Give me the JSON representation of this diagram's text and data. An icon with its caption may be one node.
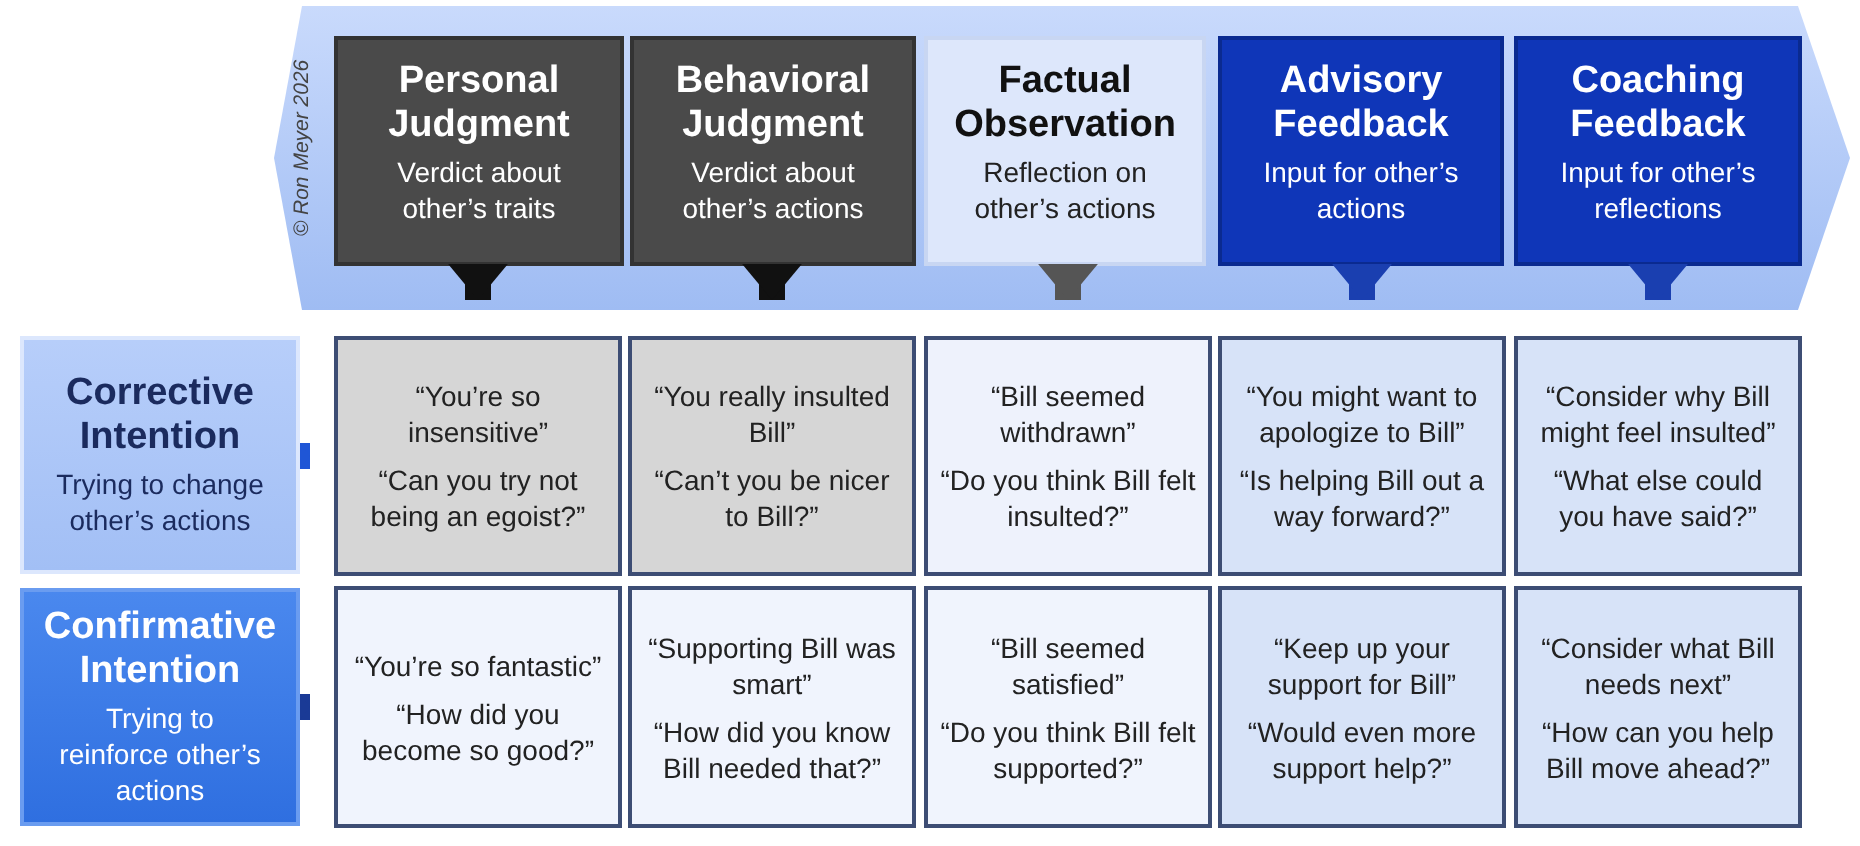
{
  "diagram": {
    "nodes": [
      {
        "text": [],
        "shape": "band"
      },
      {
        "text": [
          "Personal Judgment",
          "Verdict about other’s traits"
        ],
        "in": 0
      },
      {
        "text": [
          "Behavioral Judgment",
          "Verdict about other’s actions"
        ],
        "in": 0
      },
      {
        "text": [
          "Factual Observation",
          "Reflection on other’s actions"
        ],
        "in": 0
      },
      {
        "text": [
          "Advisory Feedback",
          "Input for other’s actions"
        ],
        "in": 0
      },
      {
        "text": [
          "Coaching Feedback",
          "Input for other’s reflections"
        ],
        "in": 0
      },
      {
        "text": [
          "Corrective Intention",
          "Trying to change other’s actions"
        ]
      },
      {
        "text": [
          "Confirmative Intention",
          "Trying to reinforce other’s actions"
        ]
      },
      {
        "text": [
          "“You’re so insensitive”",
          "“Can you try not being an egoist?”"
        ]
      },
      {
        "text": [
          "“You really insulted Bill”",
          "“Can’t you be nicer to Bill?”"
        ]
      },
      {
        "text": [
          "“Bill seemed withdrawn”",
          "“Do you think Bill felt insulted?”"
        ]
      },
      {
        "text": [
          "“You might want to apologize to Bill”",
          "“Is helping Bill out a way forward?”"
        ]
      },
      {
        "text": [
          "“Consider why Bill might feel insulted”",
          "“What else could you have said?”"
        ]
      },
      {
        "text": [
          "“You’re so fantastic”",
          "“How did you become so good?”"
        ]
      },
      {
        "text": [
          "“Supporting Bill was smart”",
          "“How did you know Bill needed that?”"
        ]
      },
      {
        "text": [
          "“Bill seemed satisfied”",
          "“Do you think Bill felt supported?”"
        ]
      },
      {
        "text": [
          "“Keep up your support for Bill”",
          "“Would even more support help?”"
        ]
      },
      {
        "text": [
          "“Consider what Bill needs next”",
          "“How can you help Bill move ahead?”"
        ]
      }
    ],
    "edges": [
      {
        "from": 1,
        "to": 8,
        "arrow": "to",
        "color": "#111111"
      },
      {
        "from": 2,
        "to": 9,
        "arrow": "to",
        "color": "#111111"
      },
      {
        "from": 3,
        "to": 10,
        "arrow": "to",
        "color": "#555555"
      },
      {
        "from": 4,
        "to": 11,
        "arrow": "to",
        "color": "#1a3fb0"
      },
      {
        "from": 5,
        "to": 12,
        "arrow": "to",
        "color": "#1a3fb0"
      },
      {
        "from": 6,
        "to": 8,
        "arrow": "to",
        "color": "#1f56d6"
      },
      {
        "from": 7,
        "to": 13,
        "arrow": "to",
        "color": "#1a3a96"
      }
    ],
    "labels": [
      "© Ron Meyer 2026"
    ]
  }
}
